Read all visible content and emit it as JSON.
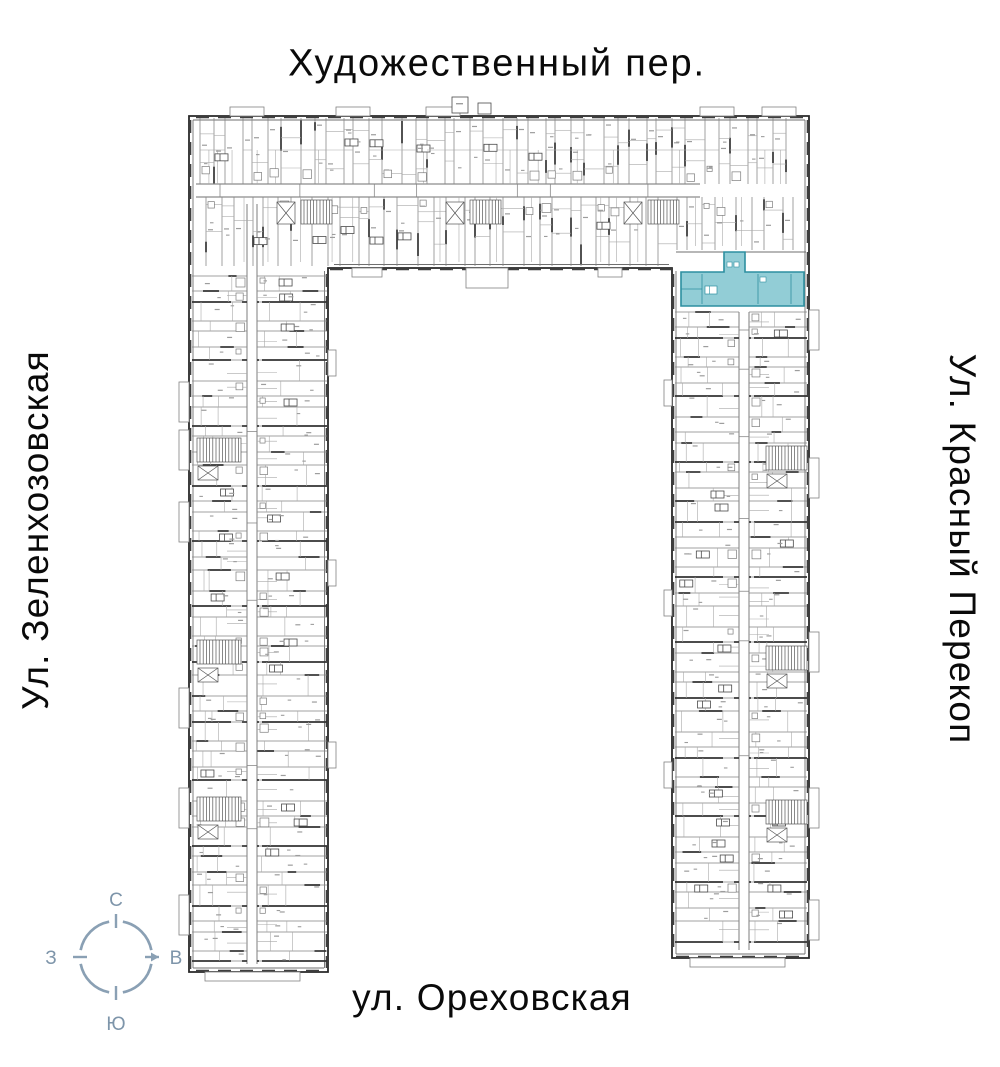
{
  "streets": {
    "top": "Художественный пер.",
    "left": "Ул. Зеленхозовская",
    "right": "Ул. Красный Перекоп",
    "bottom": "ул. Ореховская"
  },
  "compass": {
    "north": "С",
    "south": "Ю",
    "west": "З",
    "east": "В",
    "color": "#8AA0B4"
  },
  "selected_apartment": {
    "fill": "#7DC4CE",
    "border": "#2D8FA0"
  },
  "plan_colors": {
    "outer_wall": "#282828",
    "partition": "#838383"
  }
}
